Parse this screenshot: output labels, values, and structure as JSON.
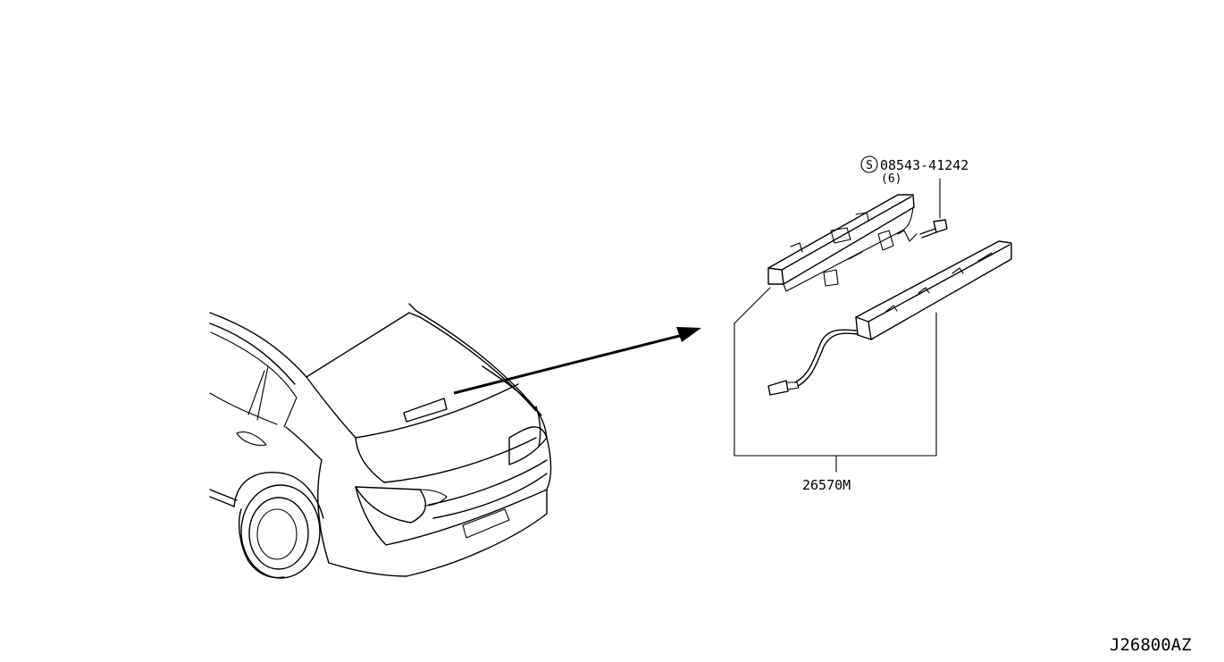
{
  "diagram": {
    "bolt_part_number": "08543-41242",
    "bolt_symbol": "S",
    "bolt_quantity": "(6)",
    "lamp_part_number": "26570M",
    "diagram_code": "J26800AZ"
  }
}
